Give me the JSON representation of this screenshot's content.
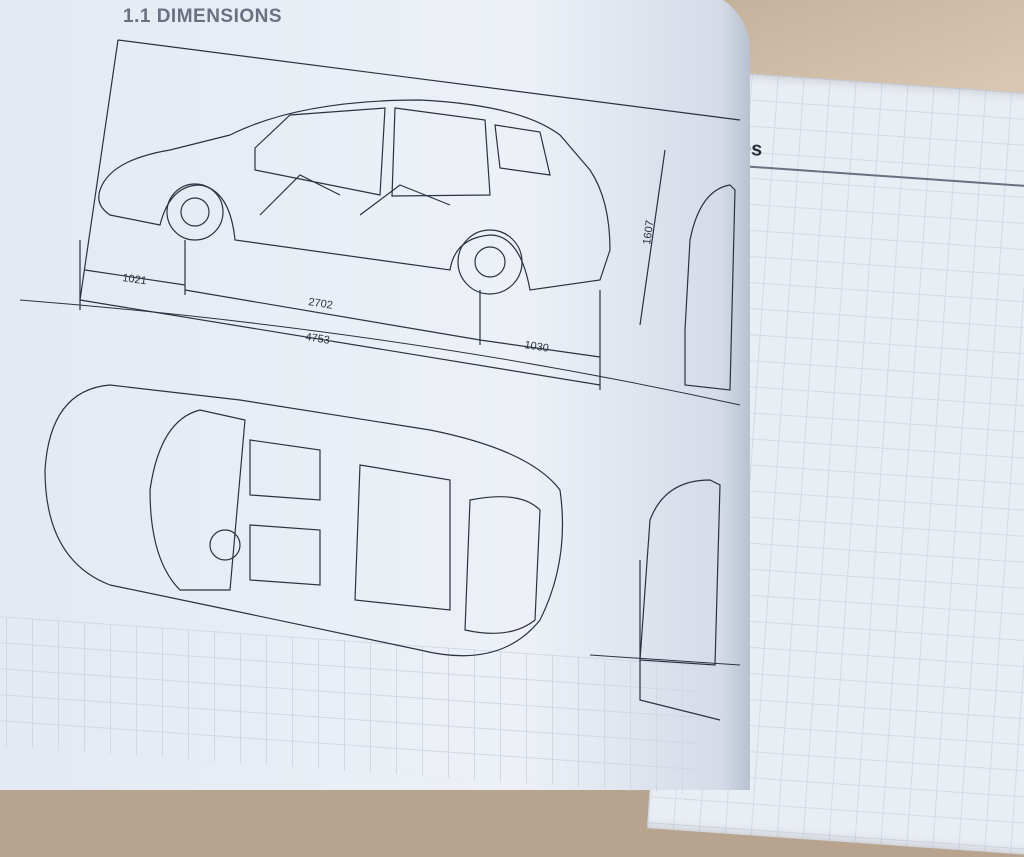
{
  "left_page": {
    "section_title": "1.1 DIMENSIONS",
    "dimensions": {
      "front_overhang": "1021",
      "wheelbase": "2702",
      "overall_length": "4753",
      "rear_overhang": "1030",
      "height": "1607"
    }
  },
  "right_page": {
    "heading_fragment": "es"
  }
}
